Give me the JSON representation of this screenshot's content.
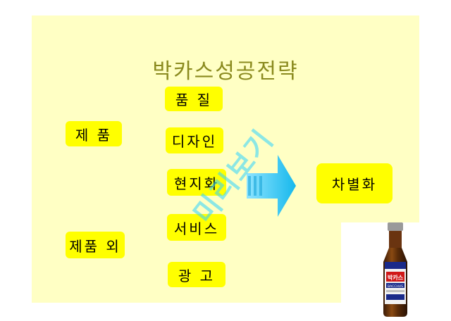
{
  "title": "박카스성공전략",
  "left_groups": {
    "product": "제 품",
    "non_product": "제품 외"
  },
  "factors": [
    "품 질",
    "디자인",
    "현지화",
    "서비스",
    "광 고"
  ],
  "result": "차별화",
  "watermark": "미리보기",
  "product_label": {
    "top": "박카스",
    "sub": "BACCHUS"
  },
  "colors": {
    "background": "#ffffc4",
    "box": "#ffff00",
    "title": "#8a8a1e",
    "arrow": "#1ec8f0",
    "watermark": "#2fd4ff"
  }
}
